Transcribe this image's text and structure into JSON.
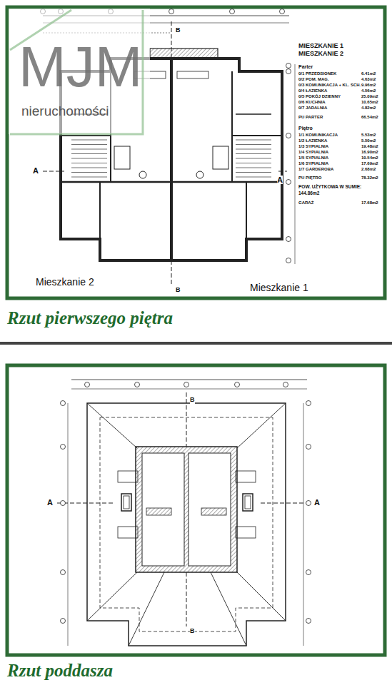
{
  "diagram": {
    "nodes": [
      {
        "text": [
          "Rzut pierwszego piętra"
        ]
      },
      {
        "text": [
          "Rzut poddasza"
        ]
      }
    ],
    "labels": [
      "MJM",
      "nieruchomości",
      "MIESZKANIE 1",
      "MIESZKANIE 2",
      "Parter",
      "0/1 PRZEDSIONEK",
      "6.41m2",
      "0/2 POM. MAG.",
      "4.63m2",
      "0/3 KOMUNIKACJA + KL. SCH.",
      "9.96m2",
      "0/4 ŁAZIENKA",
      "4.56m2",
      "0/5 POKÓJ DZIENNY",
      "25.09m2",
      "0/6 KUCHNIA",
      "10.65m2",
      "0/7 JADALNIA",
      "4.82m2",
      "PU PARTER",
      "66.54m2",
      "Piętro",
      "1/1 KOMUNIKACJA",
      "5.53m2",
      "1/2 ŁAZIENKA",
      "5.50m2",
      "1/3 SYPIALNIA",
      "19.48m2",
      "1/4 SYPIALNIA",
      "16.90m2",
      "1/5 SYPIALNIA",
      "10.54m2",
      "1/6 SYPIALNIA",
      "17.69m2",
      "1/7 GARDEROBA",
      "2.68m2",
      "PU PIĘTRO",
      "78.32m2",
      "POW. UŻYTKOWA W SUMIE:",
      "144.86m2",
      "GARAŻ",
      "17.68m2",
      "Mieszkanie 2",
      "Mieszkanie 1",
      "A",
      "A",
      "B",
      "B",
      "A",
      "A",
      "B",
      "B"
    ]
  }
}
